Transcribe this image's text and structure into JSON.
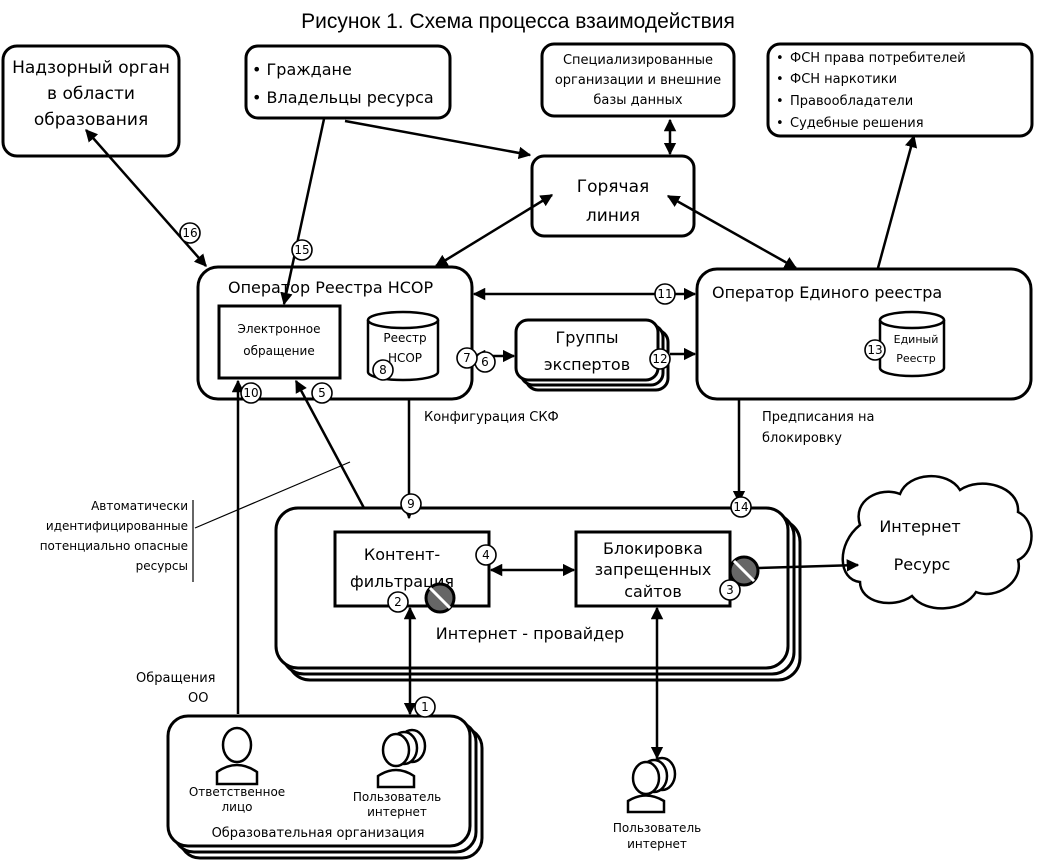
{
  "title": "Рисунок 1. Схема процесса взаимодействия",
  "supervisor": {
    "line1": "Надзорный орган",
    "line2": "в области",
    "line3": "образования"
  },
  "citizens": {
    "item1": "• Граждане",
    "item2": "• Владельцы  ресурса"
  },
  "specialized": {
    "line1": "Специализированные",
    "line2": "организации и внешние",
    "line3": "базы данных"
  },
  "fsn": {
    "item1": "ФСН права потребителей",
    "item2": "ФСН наркотики",
    "item3": "Правообладатели",
    "item4": "Судебные решения"
  },
  "hotline": {
    "line1": "Горячая",
    "line2": "линия"
  },
  "ncop_operator": {
    "title": "Оператор Реестра НСОР",
    "appeal_line1": "Электронное",
    "appeal_line2": "обращение",
    "registry_line1": "Реестр",
    "registry_line2": "НСОР"
  },
  "unified_operator": {
    "title": "Оператор Единого реестра",
    "registry_line1": "Единый",
    "registry_line2": "Реестр"
  },
  "experts": {
    "line1": "Группы",
    "line2": "экспертов"
  },
  "isp": {
    "title": "Интернет - провайдер",
    "filter_line1": "Контент-",
    "filter_line2": "фильтрация",
    "block_line1": "Блокировка",
    "block_line2": "запрещенных",
    "block_line3": "сайтов"
  },
  "internet": {
    "line1": "Интернет",
    "line2": "Ресурс"
  },
  "org": {
    "title": "Образовательная организация",
    "responsible_line1": "Ответственное",
    "responsible_line2": "лицо",
    "user_line1": "Пользователь",
    "user_line2": "интернет"
  },
  "outside_user": {
    "line1": "Пользователь",
    "line2": "интернет"
  },
  "labels": {
    "skf_config": "Конфигурация СКФ",
    "block_orders_line1": "Предписания на",
    "block_orders_line2": "блокировку",
    "auto_line1": "Автоматически",
    "auto_line2": "идентифицированные",
    "auto_line3": "потенциально опасные",
    "auto_line4": "ресурсы",
    "appeals_line1": "Обращения",
    "appeals_line2": "ОО"
  },
  "markers": [
    "1",
    "2",
    "3",
    "4",
    "5",
    "6",
    "7",
    "8",
    "9",
    "10",
    "11",
    "12",
    "13",
    "14",
    "15",
    "16"
  ]
}
